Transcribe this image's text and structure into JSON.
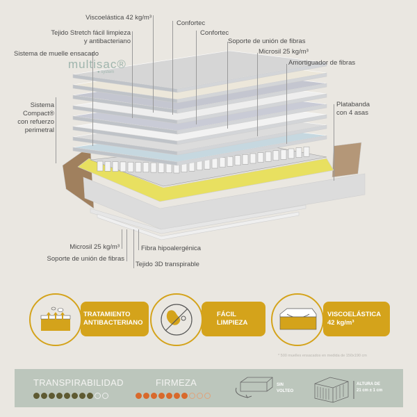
{
  "labels": {
    "visco": "Viscoelástica 42 kg/m³",
    "confortec1": "Confortec",
    "confortec2": "Confortec",
    "tejido_stretch_1": "Tejido Stretch fácil limpieza",
    "tejido_stretch_2": "y antibacteriano",
    "soporte_top": "Soporte de unión de fibras",
    "muelle": "Sistema de muelle ensacado",
    "microsil_top": "Microsil 25 kg/m³",
    "amortiguador": "Amortiguador de fibras",
    "compact_1": "Sistema",
    "compact_2": "Compact®",
    "compact_3": "con refuerzo",
    "compact_4": "perimetral",
    "platabanda_1": "Platabanda",
    "platabanda_2": "con 4 asas",
    "microsil_bottom": "Microsil 25 kg/m³",
    "fibra": "Fibra hipoalergénica",
    "soporte_bottom": "Soporte de unión de fibras",
    "tejido3d": "Tejido 3D transpirable"
  },
  "logo": {
    "name": "multisac®",
    "sub": "● system"
  },
  "features": [
    {
      "line1": "TRATAMIENTO",
      "line2": "ANTIBACTERIANO",
      "icon": "antibacterial-icon"
    },
    {
      "line1": "FÁCIL",
      "line2": "LIMPIEZA",
      "icon": "no-stain-icon"
    },
    {
      "line1": "VISCOELÁSTICA",
      "line2": "42 kg/m³",
      "icon": "memory-foam-icon"
    }
  ],
  "footnote": "* 500 muelles ensacados en medida de 150x190 cm",
  "ratings": {
    "transpirabilidad": {
      "label": "TRANSPIRABILIDAD",
      "value": 8,
      "max": 10,
      "color": "#5e5a32"
    },
    "firmeza": {
      "label": "FIRMEZA",
      "value": 7,
      "max": 10,
      "color": "#d8692c"
    }
  },
  "sin_volteo": {
    "line1": "SIN",
    "line2": "VOLTEO"
  },
  "altura": {
    "line1": "ALTURA DE",
    "line2": "21 cm ± 1 cm"
  },
  "colors": {
    "accent": "#d4a31b",
    "panel": "#bcc6bc",
    "background": "#eae7e1"
  }
}
